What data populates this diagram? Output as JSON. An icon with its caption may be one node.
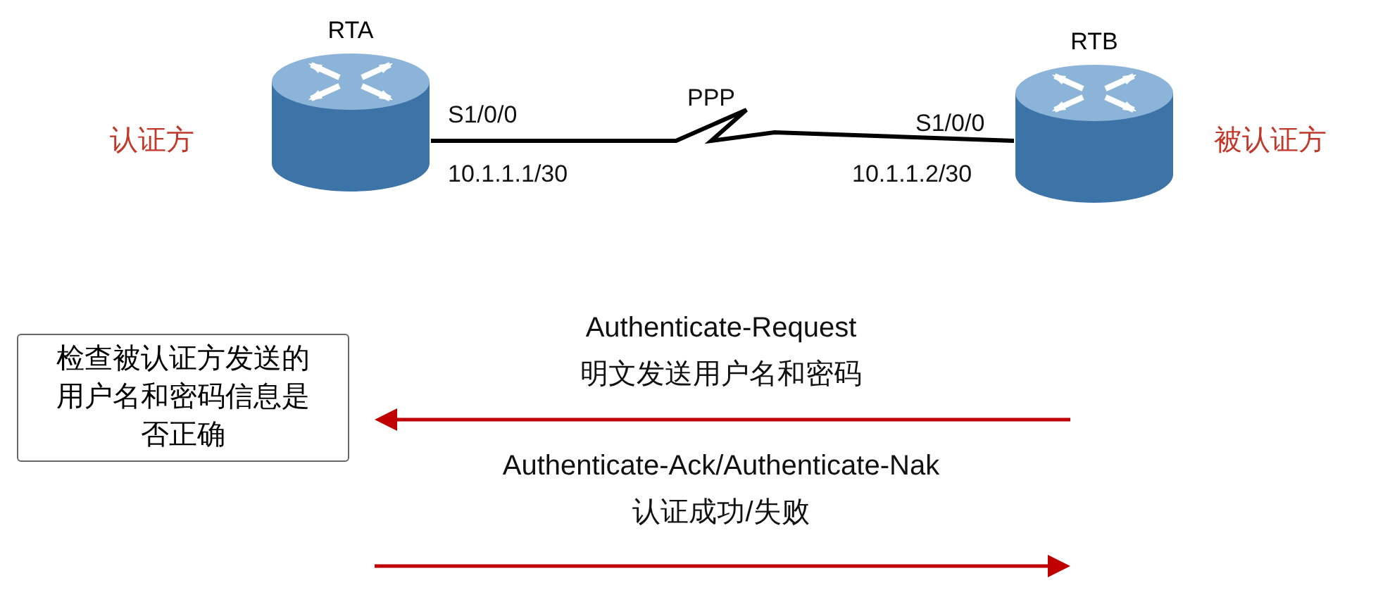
{
  "diagram": {
    "nodes": [
      {
        "text": [
          "RTA"
        ]
      },
      {
        "text": [
          "RTB"
        ]
      },
      {
        "text": [
          "检查被认证方发送的用户名和密码信息是否正确"
        ]
      }
    ],
    "edges": [
      {
        "from": 0,
        "to": 1,
        "arrow": "none",
        "label": "PPP"
      }
    ],
    "labels": [
      "认证方",
      "被认证方",
      "S1/0/0",
      "10.1.1.1/30",
      "S1/0/0",
      "10.1.1.2/30",
      "Authenticate-Request",
      "明文发送用户名和密码",
      "Authenticate-Ack/Authenticate-Nak",
      "认证成功/失败"
    ]
  }
}
